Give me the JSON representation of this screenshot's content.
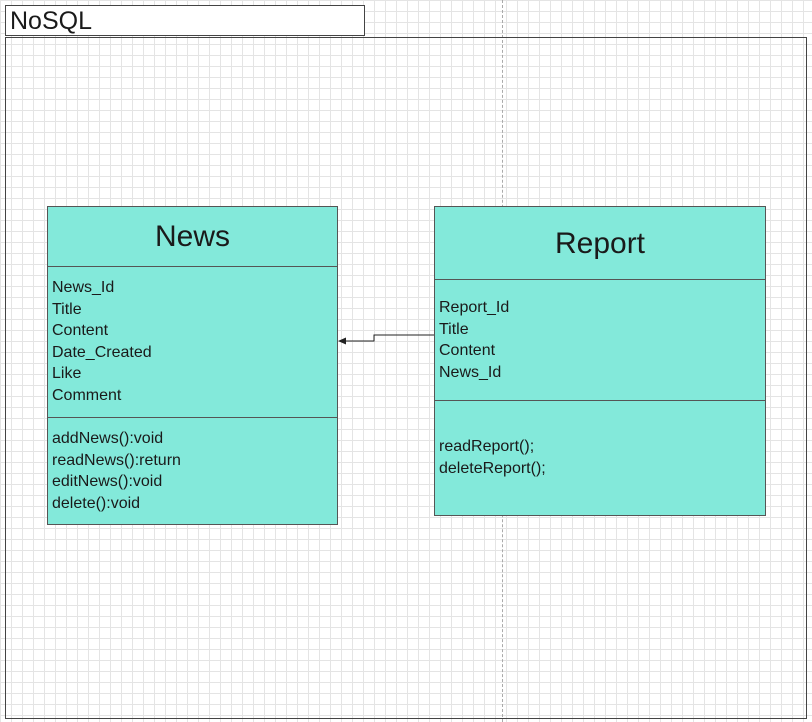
{
  "package": {
    "name": "NoSQL"
  },
  "classes": {
    "news": {
      "name": "News",
      "attributes": [
        "News_Id",
        "Title",
        "Content",
        "Date_Created",
        "Like",
        "Comment"
      ],
      "operations": [
        "addNews():void",
        "readNews():return",
        "editNews():void",
        "delete():void"
      ]
    },
    "report": {
      "name": "Report",
      "attributes": [
        "Report_Id",
        "Title",
        "Content",
        "News_Id"
      ],
      "operations": [
        "readReport();",
        "deleteReport();"
      ]
    }
  },
  "relation": {
    "from": "Report",
    "to": "News",
    "kind": "association-arrow"
  },
  "colors": {
    "class_fill": "#83e9da",
    "border": "#555555",
    "grid": "#e4e4e4"
  }
}
